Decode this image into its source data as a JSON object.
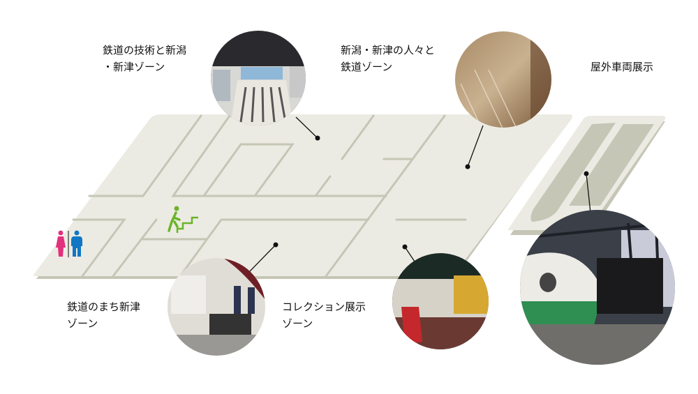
{
  "zones": [
    {
      "id": "tech",
      "label": "鉄道の技術と新潟\n・新津ゾーン"
    },
    {
      "id": "people",
      "label": "新潟・新津の人々と\n鉄道ゾーン"
    },
    {
      "id": "outdoor",
      "label": "屋外車両展示"
    },
    {
      "id": "town",
      "label": "鉄道のまち新津\nゾーン"
    },
    {
      "id": "collection",
      "label": "コレクション展示\nゾーン"
    }
  ],
  "icons": {
    "restroom": "restroom-icon",
    "stairs": "stairs-icon"
  },
  "colors": {
    "floor": "#ecebe3",
    "wall": "#c6c6b6",
    "female": "#e2307e",
    "male": "#1177c4",
    "stairs": "#6ab42a"
  }
}
